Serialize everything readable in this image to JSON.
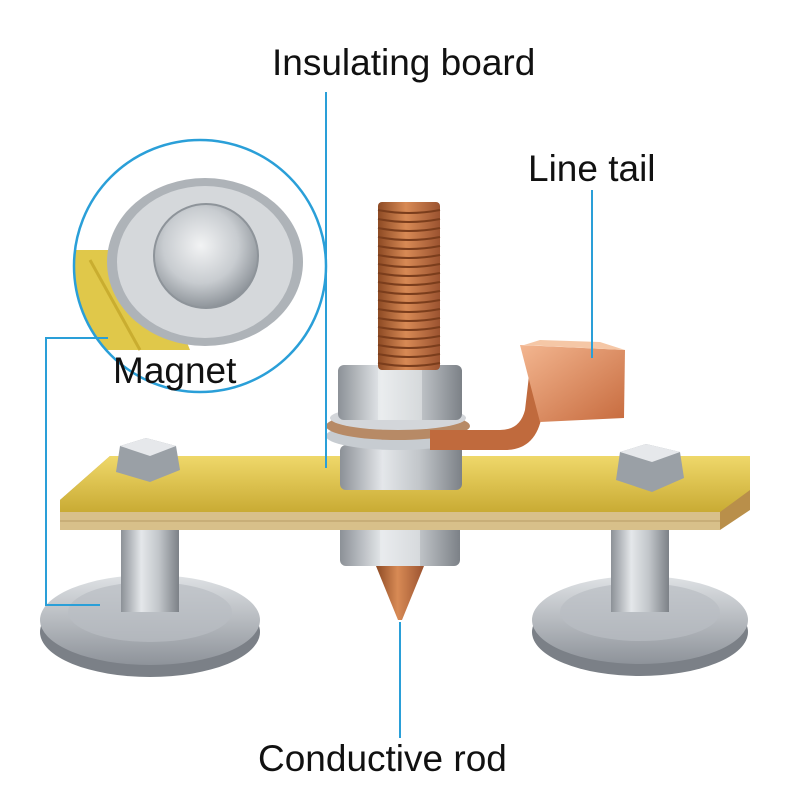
{
  "labels": {
    "insulating_board": "Insulating board",
    "line_tail": "Line tail",
    "magnet": "Magnet",
    "conductive_rod": "Conductive rod"
  },
  "colors": {
    "leader_line": "#2a9fd8",
    "board_yellow": "#e3c94a",
    "copper": "#c9743f",
    "steel": "#c9cdd1"
  }
}
